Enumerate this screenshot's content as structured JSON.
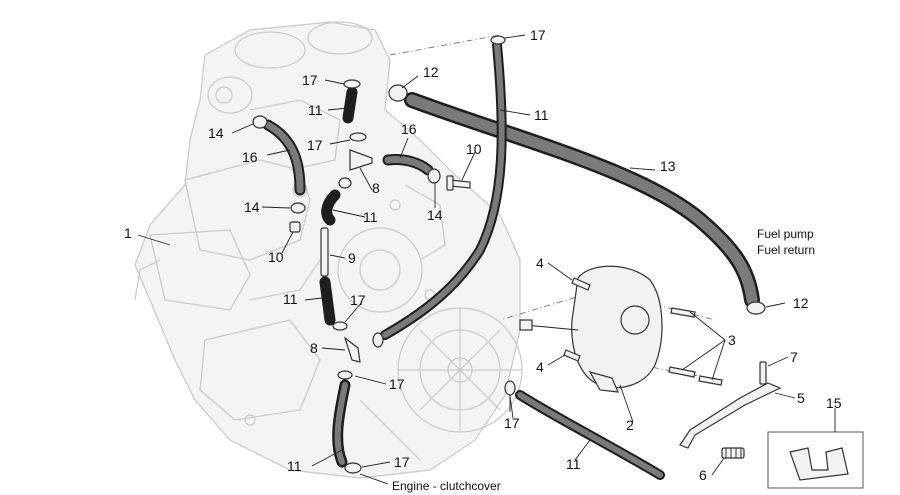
{
  "labels": {
    "l1": "1",
    "l2": "2",
    "l3": "3",
    "l4a": "4",
    "l4b": "4",
    "l5": "5",
    "l6": "6",
    "l7": "7",
    "l8a": "8",
    "l8b": "8",
    "l9": "9",
    "l10a": "10",
    "l10b": "10",
    "l11a": "11",
    "l11b": "11",
    "l11c": "11",
    "l11d": "11",
    "l11e": "11",
    "l11f": "11",
    "l12a": "12",
    "l12b": "12",
    "l13": "13",
    "l14a": "14",
    "l14b": "14",
    "l14c": "14",
    "l15": "15",
    "l16a": "16",
    "l16b": "16",
    "l17a": "17",
    "l17b": "17",
    "l17c": "17",
    "l17d": "17",
    "l17e": "17",
    "l17f": "17",
    "l17g": "17"
  },
  "notes": {
    "fuel_pump": "Fuel pump",
    "fuel_return": "Fuel return",
    "engine_clutchcover": "Engine - clutchcover"
  }
}
